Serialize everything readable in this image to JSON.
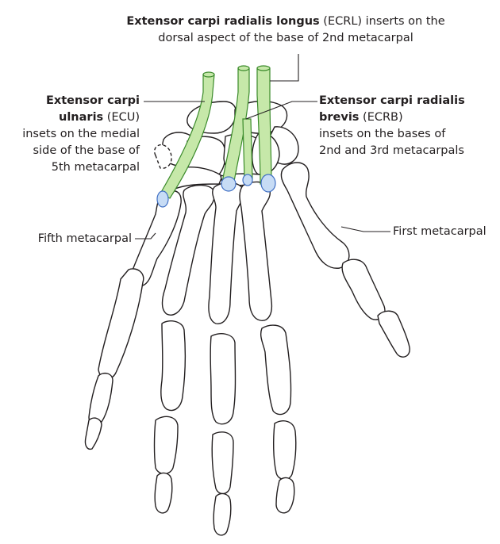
{
  "labels": {
    "ecrl": {
      "name": "Extensor carpi radialis longus",
      "abbr": "(ECRL)",
      "line1_rest": "inserts on the",
      "line2": "dorsal aspect of the base of 2nd metacarpal"
    },
    "ecu": {
      "name_line1": "Extensor carpi",
      "name_line2": "ulnaris",
      "abbr": "(ECU)",
      "line3": "insets on the medial",
      "line4": "side of the base of",
      "line5": "5th metacarpal"
    },
    "ecrb": {
      "name_line1": "Extensor carpi radialis",
      "name_line2": "brevis",
      "abbr": "(ECRB)",
      "line3": "insets on the bases of",
      "line4": "2nd and 3rd metacarpals"
    },
    "fifth": "Fifth metacarpal",
    "first": "First metacarpal"
  },
  "colors": {
    "tendon_fill": "#c6e8a9",
    "tendon_stroke": "#3a8a2a",
    "insertion_fill": "#c7dcf5",
    "insertion_stroke": "#3f6fc4",
    "bone_outline": "#231f20"
  }
}
